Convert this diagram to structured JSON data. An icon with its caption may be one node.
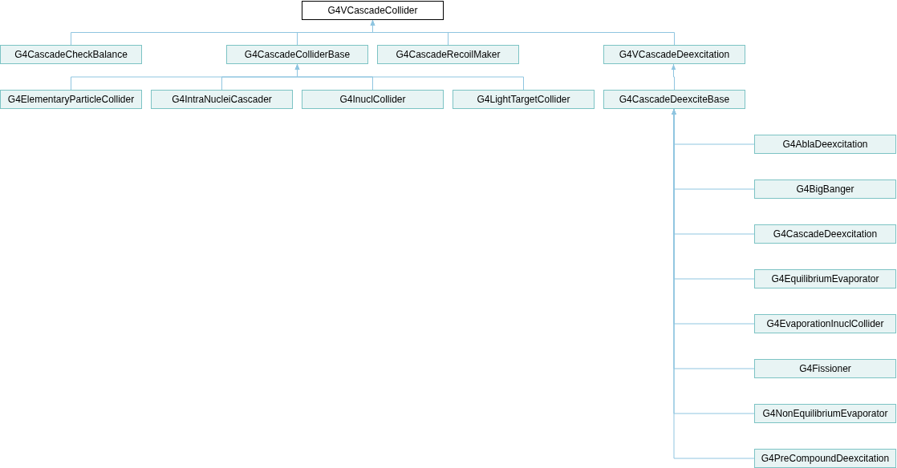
{
  "diagram": {
    "nodes": [
      {
        "text": [
          "G4VCascadeCollider"
        ]
      },
      {
        "text": [
          "G4CascadeCheckBalance"
        ]
      },
      {
        "text": [
          "G4CascadeColliderBase"
        ]
      },
      {
        "text": [
          "G4CascadeRecoilMaker"
        ]
      },
      {
        "text": [
          "G4VCascadeDeexcitation"
        ]
      },
      {
        "text": [
          "G4ElementaryParticleCollider"
        ]
      },
      {
        "text": [
          "G4IntraNucleiCascader"
        ]
      },
      {
        "text": [
          "G4InuclCollider"
        ]
      },
      {
        "text": [
          "G4LightTargetCollider"
        ]
      },
      {
        "text": [
          "G4CascadeDeexciteBase"
        ]
      },
      {
        "text": [
          "G4AblaDeexcitation"
        ]
      },
      {
        "text": [
          "G4BigBanger"
        ]
      },
      {
        "text": [
          "G4CascadeDeexcitation"
        ]
      },
      {
        "text": [
          "G4EquilibriumEvaporator"
        ]
      },
      {
        "text": [
          "G4EvaporationInuclCollider"
        ]
      },
      {
        "text": [
          "G4Fissioner"
        ]
      },
      {
        "text": [
          "G4NonEquilibriumEvaporator"
        ]
      },
      {
        "text": [
          "G4PreCompoundDeexcitation"
        ]
      }
    ],
    "edges": [
      {
        "from": 1,
        "to": 0,
        "arrow": "to"
      },
      {
        "from": 2,
        "to": 0,
        "arrow": "to"
      },
      {
        "from": 3,
        "to": 0,
        "arrow": "to"
      },
      {
        "from": 4,
        "to": 0,
        "arrow": "to"
      },
      {
        "from": 5,
        "to": 2,
        "arrow": "to"
      },
      {
        "from": 6,
        "to": 2,
        "arrow": "to"
      },
      {
        "from": 7,
        "to": 2,
        "arrow": "to"
      },
      {
        "from": 8,
        "to": 2,
        "arrow": "to"
      },
      {
        "from": 9,
        "to": 4,
        "arrow": "to"
      },
      {
        "from": 10,
        "to": 9,
        "arrow": "to"
      },
      {
        "from": 11,
        "to": 9,
        "arrow": "to"
      },
      {
        "from": 12,
        "to": 9,
        "arrow": "to"
      },
      {
        "from": 13,
        "to": 9,
        "arrow": "to"
      },
      {
        "from": 14,
        "to": 9,
        "arrow": "to"
      },
      {
        "from": 15,
        "to": 9,
        "arrow": "to"
      },
      {
        "from": 16,
        "to": 9,
        "arrow": "to"
      },
      {
        "from": 17,
        "to": 9,
        "arrow": "to"
      }
    ]
  }
}
